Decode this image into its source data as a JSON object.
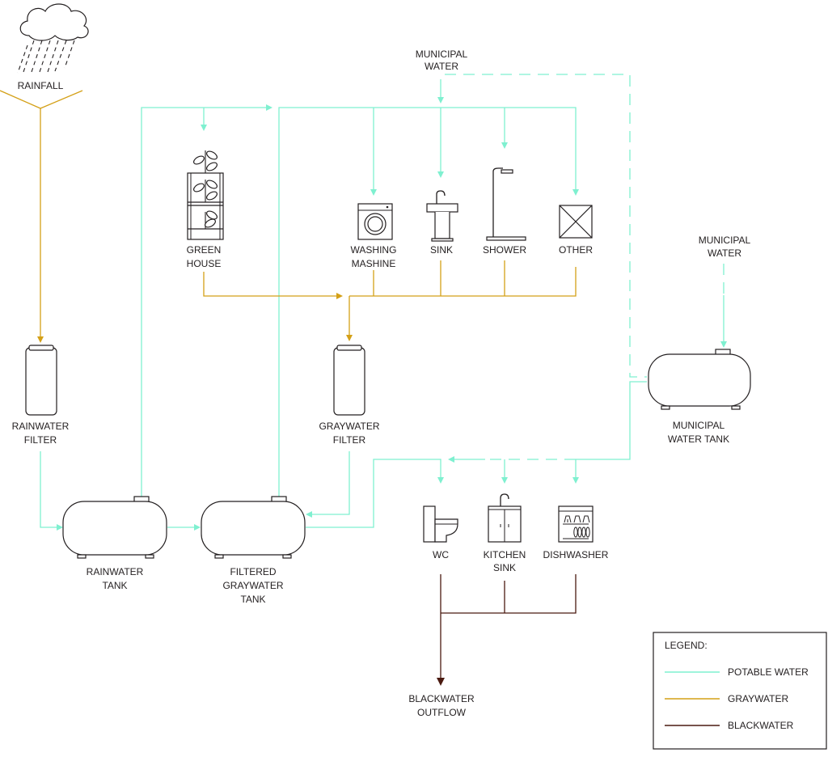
{
  "colors": {
    "potable": "#7ff0d0",
    "graywater": "#d4a017",
    "blackwater": "#4a1a10",
    "outline": "#231f20"
  },
  "labels": {
    "rainfall": "RAINFALL",
    "municipal_water_top": [
      "MUNICIPAL",
      "WATER"
    ],
    "municipal_water_right": [
      "MUNICIPAL",
      "WATER"
    ],
    "green_house": [
      "GREEN",
      "HOUSE"
    ],
    "washing_mashine": [
      "WASHING",
      "MASHINE"
    ],
    "sink": "SINK",
    "shower": "SHOWER",
    "other": "OTHER",
    "rainwater_filter": [
      "RAINWATER",
      "FILTER"
    ],
    "graywater_filter": [
      "GRAYWATER",
      "FILTER"
    ],
    "municipal_water_tank": [
      "MUNICIPAL",
      "WATER TANK"
    ],
    "rainwater_tank": [
      "RAINWATER",
      "TANK"
    ],
    "filtered_graywater_tank": [
      "FILTERED",
      "GRAYWATER",
      "TANK"
    ],
    "wc": "WC",
    "kitchen_sink": [
      "KITCHEN",
      "SINK"
    ],
    "dishwasher": "DISHWASHER",
    "blackwater_outflow": [
      "BLACKWATER",
      "OUTFLOW"
    ]
  },
  "legend": {
    "title": "LEGEND:",
    "items": [
      {
        "label": "POTABLE WATER",
        "color": "#7ff0d0"
      },
      {
        "label": "GRAYWATER",
        "color": "#d4a017"
      },
      {
        "label": "BLACKWATER",
        "color": "#4a1a10"
      }
    ]
  }
}
